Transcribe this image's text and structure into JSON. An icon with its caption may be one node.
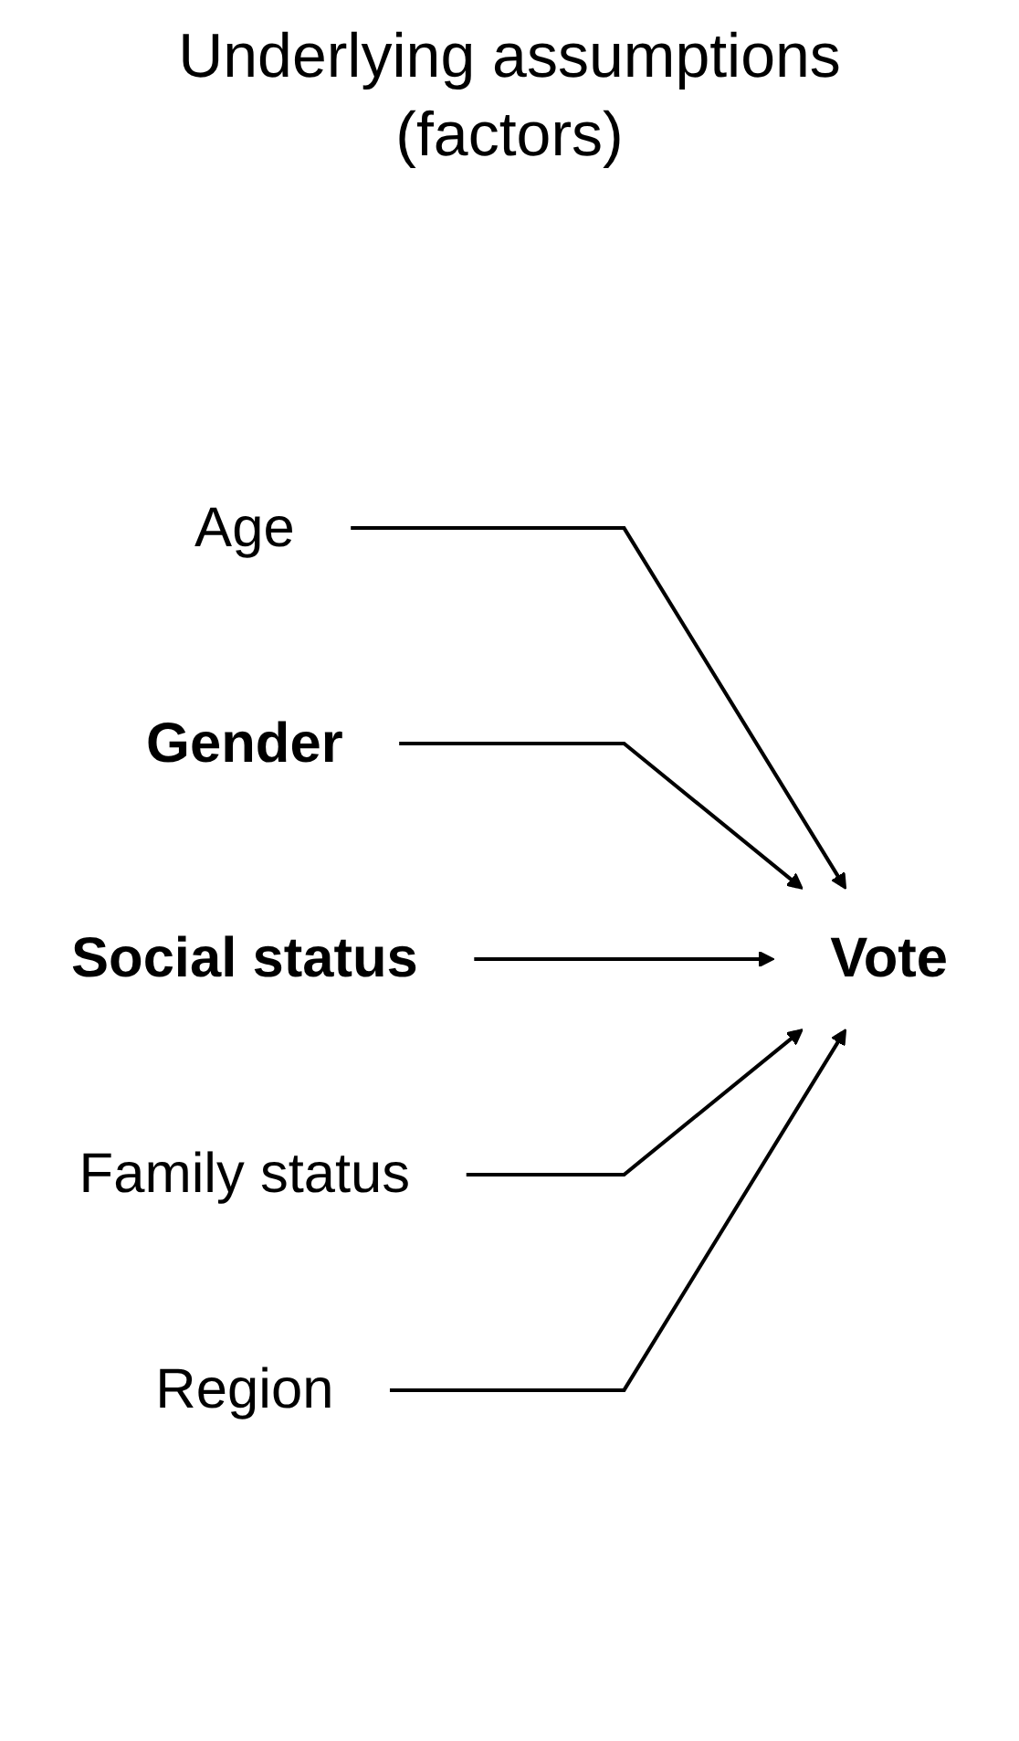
{
  "diagram": {
    "title": "Underlying assumptions (factors)",
    "nodes": [
      {
        "text": [
          "Age"
        ]
      },
      {
        "text": [
          "Gender"
        ]
      },
      {
        "text": [
          "Social status"
        ]
      },
      {
        "text": [
          "Family status"
        ]
      },
      {
        "text": [
          "Region"
        ]
      },
      {
        "text": [
          "Vote"
        ]
      }
    ],
    "edges": [
      {
        "from": 0,
        "to": 5,
        "arrow": "to"
      },
      {
        "from": 1,
        "to": 5,
        "arrow": "to"
      },
      {
        "from": 2,
        "to": 5,
        "arrow": "to"
      },
      {
        "from": 3,
        "to": 5,
        "arrow": "to"
      },
      {
        "from": 4,
        "to": 5,
        "arrow": "to"
      }
    ]
  }
}
